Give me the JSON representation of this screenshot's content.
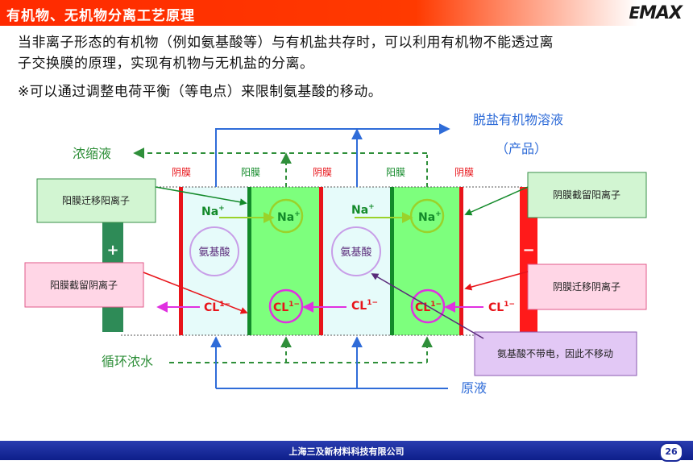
{
  "header": {
    "title": "有机物、无机物分离工艺原理",
    "logo_prefix": "E",
    "logo_main": "MAX"
  },
  "intro": {
    "line1": "当非离子形态的有机物（例如氨基酸等）与有机盐共存时，可以利用有机物不能透过离",
    "line2": "子交换膜的原理，实现有机物与无机盐的分离。",
    "note": "※可以通过调整电荷平衡（等电点）来限制氨基酸的移动。"
  },
  "diagram": {
    "product_line1": "脱盐有机物溶液",
    "product_line2": "（产品）",
    "concentrate_label": "浓缩液",
    "circulation_label": "循环浓水",
    "feed_label": "原液",
    "membranes": [
      "阴膜",
      "阳膜",
      "阴膜",
      "阳膜",
      "阴膜"
    ],
    "anode_sign": "+",
    "cathode_sign": "−",
    "na_label": "Na",
    "na_sup": "+",
    "cl_label": "CL",
    "cl_sup": "1−",
    "amino_label": "氨基酸",
    "callouts": {
      "cation_migrates": "阳膜迁移阳离子",
      "cation_blocked": "阳膜截留阴离子",
      "anion_blocks_cation": "阴膜截留阳离子",
      "anion_migrates": "阴膜迁移阴离子",
      "amino_neutral": "氨基酸不带电，因此不移动"
    },
    "colors": {
      "cyan_cell": "#e6fbfa",
      "green_cell": "#7dff7d",
      "anion_membrane": "#e8141a",
      "cation_membrane": "#138a2a",
      "flow_blue": "#2f6cd8",
      "flow_green": "#2f8f3a"
    }
  },
  "footer": {
    "company": "上海三及新材料科技有限公司",
    "page": "26"
  }
}
